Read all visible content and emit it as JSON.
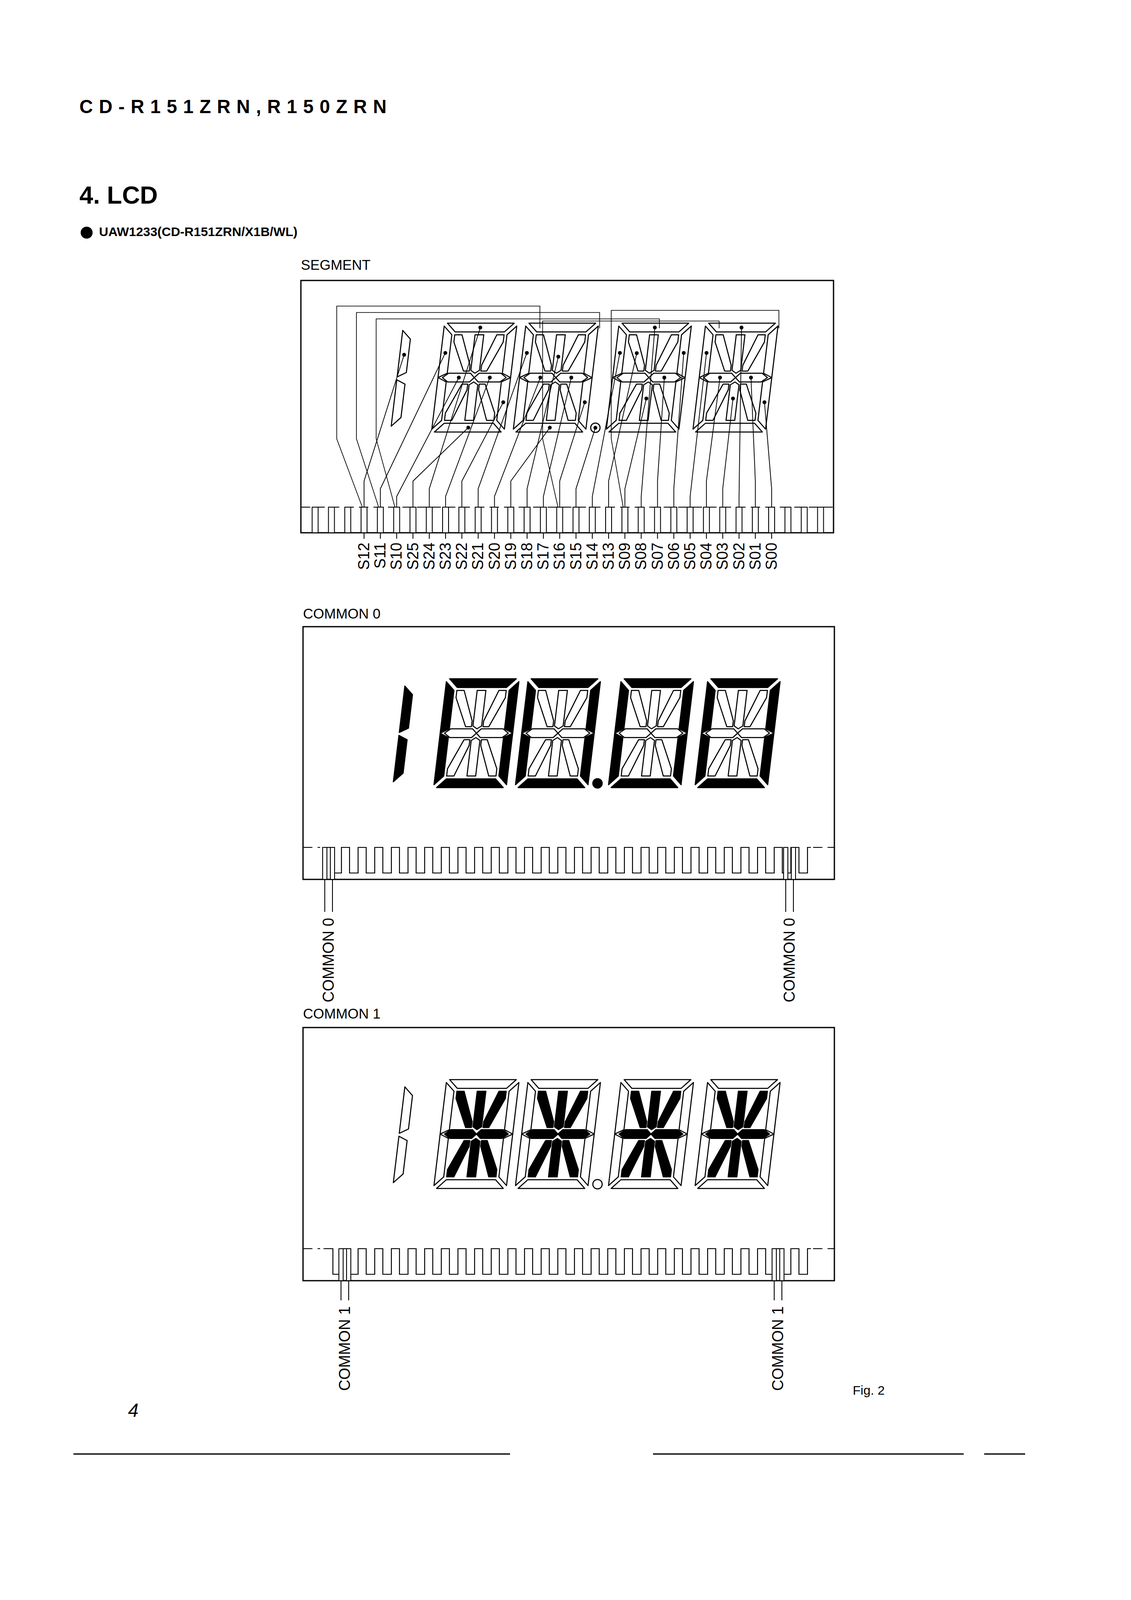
{
  "diagram": {
    "title": "4. LCD",
    "caption": "Fig. 2",
    "labels": [
      "CD-R151ZRN,R150ZRN",
      "UAW1233(CD-R151ZRN/X1B/WL)",
      "SEGMENT",
      "S12",
      "S11",
      "S10",
      "S25",
      "S24",
      "S23",
      "S22",
      "S21",
      "S20",
      "S19",
      "S18",
      "S17",
      "S16",
      "S15",
      "S14",
      "S13",
      "S09",
      "S08",
      "S07",
      "S06",
      "S05",
      "S04",
      "S03",
      "S02",
      "S01",
      "S00",
      "COMMON 0",
      "COMMON 0",
      "COMMON 0",
      "COMMON 1",
      "COMMON 1",
      "COMMON 1",
      "4"
    ]
  }
}
